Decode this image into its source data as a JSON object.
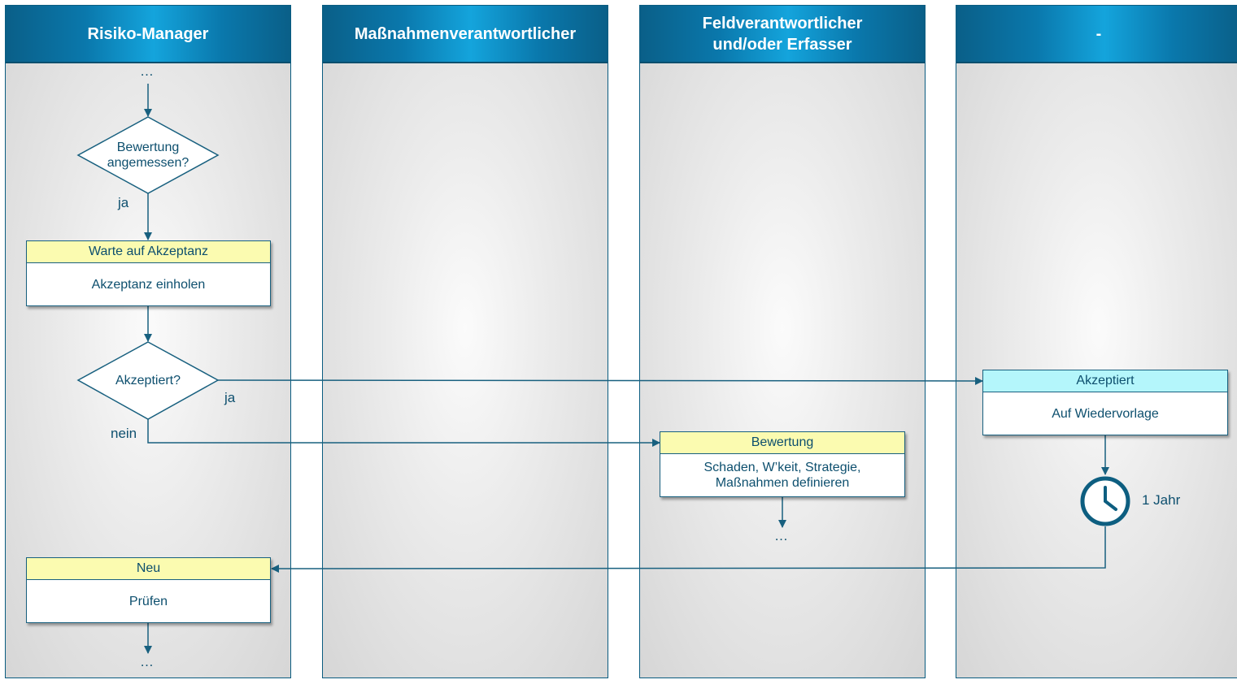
{
  "lanes": [
    {
      "title": "Risiko-Manager"
    },
    {
      "title": "Maßnahmenverantwortlicher"
    },
    {
      "title": "Feldverantwortlicher\nund/oder Erfasser"
    },
    {
      "title": "-"
    }
  ],
  "decisions": {
    "bewertung": "Bewertung\nangemessen?",
    "akzeptiert": "Akzeptiert?"
  },
  "boxes": {
    "warte": {
      "status": "Warte auf Akzeptanz",
      "body": "Akzeptanz einholen"
    },
    "neu": {
      "status": "Neu",
      "body": "Prüfen"
    },
    "bewertung": {
      "status": "Bewertung",
      "body": "Schaden, W’keit, Strategie,\nMaßnahmen definieren"
    },
    "akzeptiert": {
      "status": "Akzeptiert",
      "body": "Auf Wiedervorlage"
    }
  },
  "labels": {
    "ellipsis_top": "…",
    "ellipsis_bottom": "…",
    "ellipsis_bewertung": "…",
    "ja_1": "ja",
    "ja_2": "ja",
    "nein": "nein",
    "timer": "1 Jahr"
  },
  "icons": {
    "timer": "clock-icon"
  },
  "colors": {
    "line": "#18607f",
    "status_yellow": "#fbfbb0",
    "status_cyan": "#b4f6fb",
    "header": "#0a78ac"
  }
}
